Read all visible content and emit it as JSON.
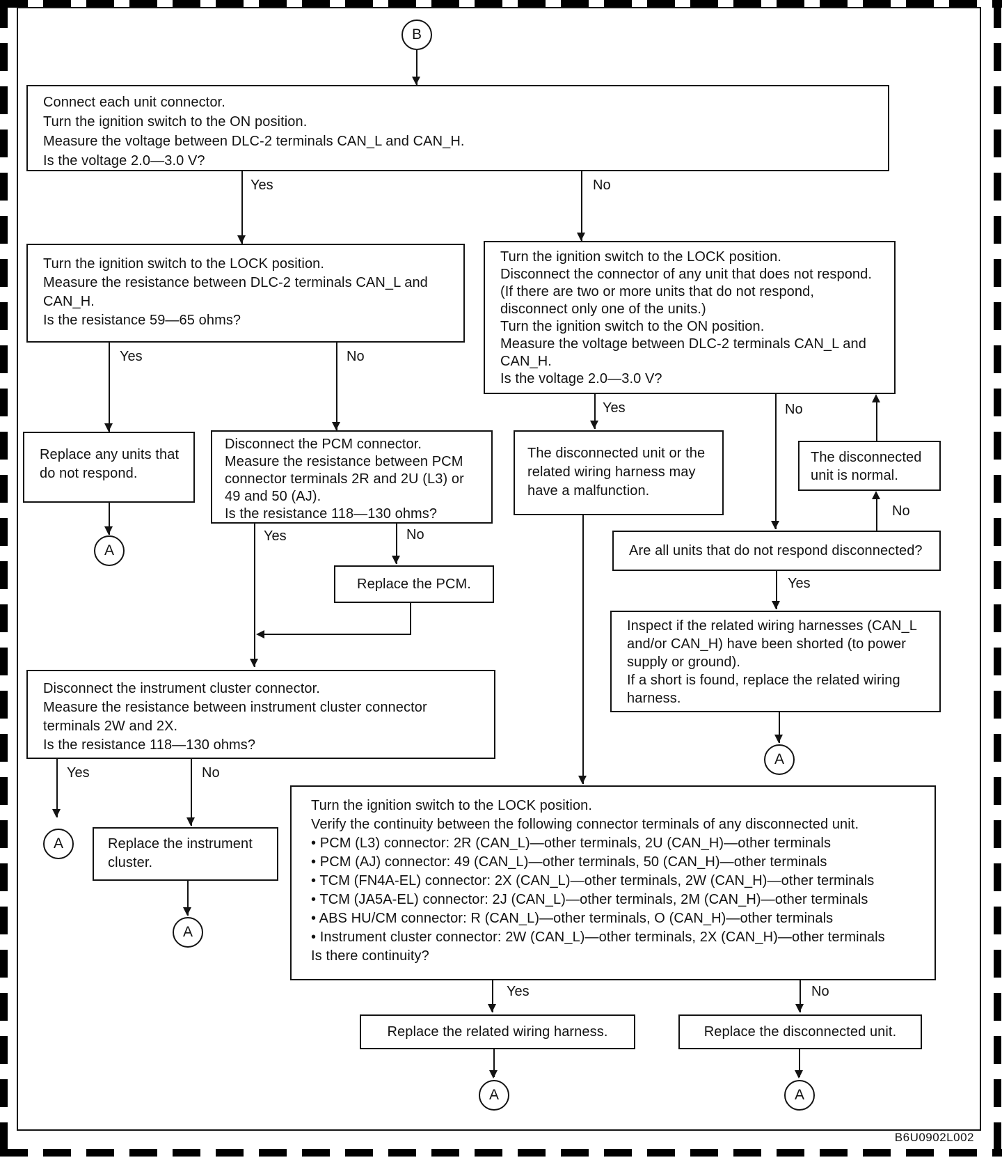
{
  "page": {
    "figure_code": "B6U0902L002"
  },
  "connectors": {
    "a": "A",
    "b": "B"
  },
  "labels": {
    "yes": "Yes",
    "no": "No"
  },
  "nodes": {
    "start": "Connect each unit connector.\nTurn the ignition switch to the ON position.\nMeasure the voltage between DLC-2 terminals CAN_L and CAN_H.\nIs the voltage 2.0—3.0 V?",
    "lock_resistance": "Turn the ignition switch to the LOCK position.\nMeasure the resistance between DLC-2 terminals CAN_L and\nCAN_H.\nIs the resistance 59—65 ohms?",
    "disconnect_unit": "Turn the ignition switch to the LOCK position.\nDisconnect the connector of any unit that does not respond.\n(If there are two or more units that do not respond,\ndisconnect only one of the units.)\nTurn the ignition switch to the ON position.\nMeasure the voltage between DLC-2 terminals CAN_L and\nCAN_H.\nIs the voltage 2.0—3.0 V?",
    "replace_units": "Replace any units that\ndo not respond.",
    "pcm_check": "Disconnect the PCM connector.\nMeasure the resistance between PCM\nconnector terminals 2R and 2U (L3) or\n49 and 50 (AJ).\nIs the resistance 118—130 ohms?",
    "replace_pcm": "Replace the PCM.",
    "cluster_check": "Disconnect the instrument cluster connector.\nMeasure the resistance between instrument cluster connector\nterminals 2W and 2X.\nIs the resistance 118—130 ohms?",
    "replace_cluster": "Replace the instrument\ncluster.",
    "unit_malfunction": "The disconnected unit or the\nrelated wiring harness may\nhave a malfunction.",
    "unit_normal": "The disconnected\nunit is normal.",
    "all_disconnected": "Are all units that do not respond disconnected?",
    "inspect_harness": "Inspect if the related wiring harnesses (CAN_L\nand/or CAN_H) have been shorted (to power\nsupply or ground).\nIf a short is found, replace the related wiring\nharness.",
    "verify_continuity": "Turn the ignition switch to the LOCK position.\nVerify the continuity between the following connector terminals of any disconnected unit.\n• PCM (L3) connector: 2R (CAN_L)—other terminals, 2U (CAN_H)—other terminals\n• PCM (AJ) connector: 49 (CAN_L)—other terminals, 50 (CAN_H)—other terminals\n• TCM (FN4A-EL) connector: 2X (CAN_L)—other terminals, 2W (CAN_H)—other terminals\n• TCM (JA5A-EL) connector: 2J (CAN_L)—other terminals, 2M (CAN_H)—other terminals\n• ABS HU/CM connector: R (CAN_L)—other terminals, O (CAN_H)—other terminals\n• Instrument cluster connector: 2W (CAN_L)—other terminals, 2X (CAN_H)—other terminals\nIs there continuity?",
    "replace_harness": "Replace the related wiring harness.",
    "replace_unit": "Replace the disconnected unit."
  }
}
